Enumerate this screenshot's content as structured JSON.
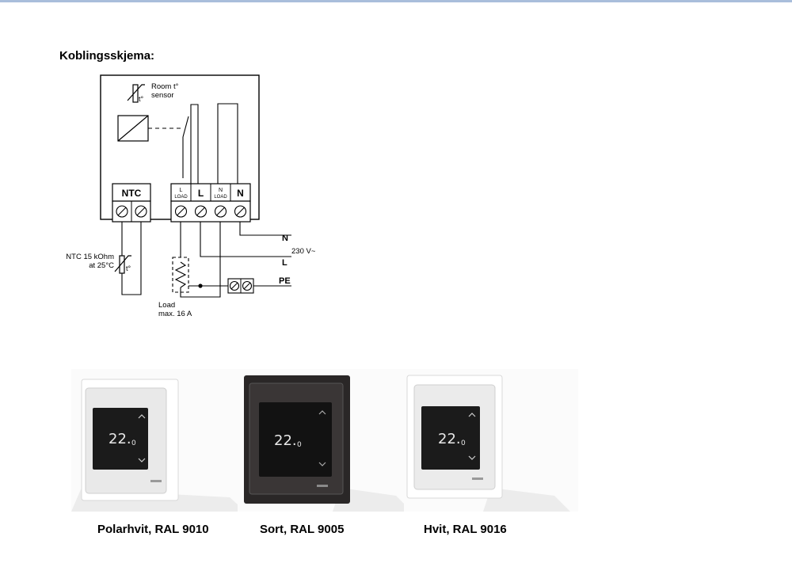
{
  "page": {
    "heading": "Koblingsskjema:"
  },
  "diagram": {
    "room_sensor_label_1": "Room t°",
    "room_sensor_label_2": "sensor",
    "sensor_t": "t°",
    "ntc_sensor_t": "t°",
    "terminal_ntc": "NTC",
    "terminal_l_load_1": "L",
    "terminal_l_load_2": "LOAD",
    "terminal_l": "L",
    "terminal_n_load_1": "N",
    "terminal_n_load_2": "LOAD",
    "terminal_n": "N",
    "supply_n": "N",
    "supply_voltage": "230 V~",
    "supply_l": "L",
    "supply_pe": "PE",
    "ntc_label_1": "NTC 15 kOhm",
    "ntc_label_2": "at 25°C",
    "load_label_1": "Load",
    "load_label_2": "max. 16 A"
  },
  "products": [
    {
      "caption": "Polarhvit, RAL 9010",
      "display_value": "22.",
      "display_decimal": "0",
      "frame_color": "#f4f4f4",
      "screen_color": "#1b1b1b"
    },
    {
      "caption": "Sort, RAL 9005",
      "display_value": "22.",
      "display_decimal": "0",
      "frame_color": "#2a2727",
      "screen_color": "#121212"
    },
    {
      "caption": "Hvit, RAL 9016",
      "display_value": "22.",
      "display_decimal": "0",
      "frame_color": "#f6f6f6",
      "screen_color": "#1b1b1b"
    }
  ]
}
